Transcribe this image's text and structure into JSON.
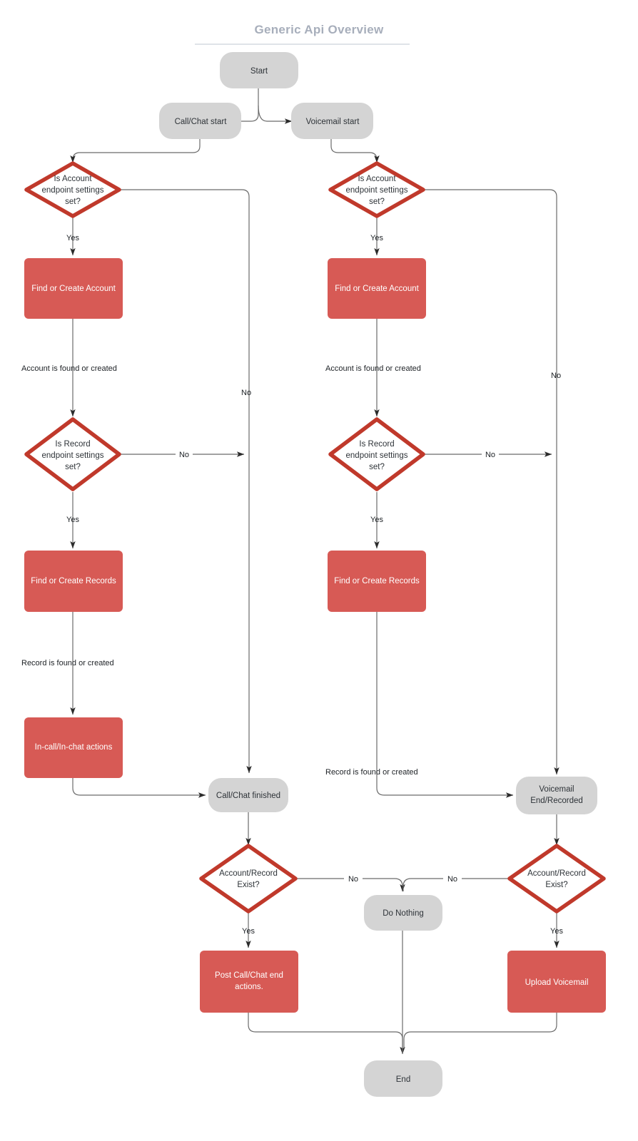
{
  "diagram": {
    "title": "Generic Api Overview",
    "type": "flowchart",
    "accent_red": "#d75a55",
    "decision_stroke": "#c0392b",
    "terminal_gray": "#d4d4d4",
    "edge_color": "#6b6b6b",
    "title_color": "#a7aebb",
    "nodes": [
      {
        "id": "start",
        "label": "Start",
        "shape": "terminal"
      },
      {
        "id": "call_start",
        "label": "Call/Chat start",
        "shape": "terminal"
      },
      {
        "id": "vm_start",
        "label": "Voicemail start",
        "shape": "terminal"
      },
      {
        "id": "acct_dec_l",
        "label": "Is Account endpoint settings set?",
        "shape": "decision"
      },
      {
        "id": "acct_dec_r",
        "label": "Is Account endpoint settings set?",
        "shape": "decision"
      },
      {
        "id": "find_acct_l",
        "label": "Find or Create Account",
        "shape": "process"
      },
      {
        "id": "find_acct_r",
        "label": "Find or Create Account",
        "shape": "process"
      },
      {
        "id": "rec_dec_l",
        "label": "Is Record endpoint settings set?",
        "shape": "decision"
      },
      {
        "id": "rec_dec_r",
        "label": "Is Record endpoint settings set?",
        "shape": "decision"
      },
      {
        "id": "find_rec_l",
        "label": "Find or Create Records",
        "shape": "process"
      },
      {
        "id": "find_rec_r",
        "label": "Find or Create Records",
        "shape": "process"
      },
      {
        "id": "in_call",
        "label": "In-call/In-chat actions",
        "shape": "process"
      },
      {
        "id": "call_fin",
        "label": "Call/Chat finished",
        "shape": "terminal"
      },
      {
        "id": "vm_end",
        "label": "Voicemail End/Recorded",
        "shape": "terminal"
      },
      {
        "id": "exist_dec_l",
        "label": "Account/Record Exist?",
        "shape": "decision"
      },
      {
        "id": "exist_dec_r",
        "label": "Account/Record Exist?",
        "shape": "decision"
      },
      {
        "id": "do_nothing",
        "label": "Do Nothing",
        "shape": "terminal"
      },
      {
        "id": "post_call",
        "label": "Post Call/Chat end actions.",
        "shape": "process"
      },
      {
        "id": "upload_vm",
        "label": "Upload Voicemail",
        "shape": "process"
      },
      {
        "id": "end",
        "label": "End",
        "shape": "terminal"
      }
    ],
    "node_text": {
      "start": "Start",
      "call_start": "Call/Chat start",
      "vm_start": "Voicemail start",
      "acct_dec_line1": "Is Account",
      "acct_dec_line2": "endpoint settings",
      "acct_dec_line3": "set?",
      "rec_dec_line1": "Is Record",
      "rec_dec_line2": "endpoint settings",
      "rec_dec_line3": "set?",
      "find_account": "Find or Create Account",
      "find_records": "Find or Create Records",
      "in_call": "In-call/In-chat actions",
      "call_finished": "Call/Chat finished",
      "vm_end_line1": "Voicemail",
      "vm_end_line2": "End/Recorded",
      "exist_line1": "Account/Record",
      "exist_line2": "Exist?",
      "do_nothing": "Do Nothing",
      "post_call_line1": "Post Call/Chat end",
      "post_call_line2": "actions.",
      "upload_voicemail": "Upload Voicemail",
      "end": "End"
    },
    "edge_labels": {
      "yes": "Yes",
      "no": "No",
      "account_found": "Account is found or created",
      "record_found": "Record is found or created"
    },
    "edges": [
      {
        "from": "start",
        "to": "call_start",
        "label": ""
      },
      {
        "from": "start",
        "to": "vm_start",
        "label": ""
      },
      {
        "from": "call_start",
        "to": "acct_dec_l",
        "label": ""
      },
      {
        "from": "vm_start",
        "to": "acct_dec_r",
        "label": ""
      },
      {
        "from": "acct_dec_l",
        "to": "find_acct_l",
        "label": "Yes"
      },
      {
        "from": "acct_dec_l",
        "to": "call_fin",
        "label": "No"
      },
      {
        "from": "acct_dec_r",
        "to": "find_acct_r",
        "label": "Yes"
      },
      {
        "from": "acct_dec_r",
        "to": "vm_end",
        "label": "No"
      },
      {
        "from": "find_acct_l",
        "to": "rec_dec_l",
        "label": "Account is found or created"
      },
      {
        "from": "find_acct_r",
        "to": "rec_dec_r",
        "label": "Account is found or created"
      },
      {
        "from": "rec_dec_l",
        "to": "call_fin",
        "label": "No"
      },
      {
        "from": "rec_dec_l",
        "to": "find_rec_l",
        "label": "Yes"
      },
      {
        "from": "rec_dec_r",
        "to": "vm_end",
        "label": "No"
      },
      {
        "from": "rec_dec_r",
        "to": "find_rec_r",
        "label": "Yes"
      },
      {
        "from": "find_rec_l",
        "to": "in_call",
        "label": "Record is found or created"
      },
      {
        "from": "find_rec_r",
        "to": "vm_end",
        "label": "Record is found or created"
      },
      {
        "from": "in_call",
        "to": "call_fin",
        "label": ""
      },
      {
        "from": "call_fin",
        "to": "exist_dec_l",
        "label": ""
      },
      {
        "from": "vm_end",
        "to": "exist_dec_r",
        "label": ""
      },
      {
        "from": "exist_dec_l",
        "to": "do_nothing",
        "label": "No"
      },
      {
        "from": "exist_dec_r",
        "to": "do_nothing",
        "label": "No"
      },
      {
        "from": "exist_dec_l",
        "to": "post_call",
        "label": "Yes"
      },
      {
        "from": "exist_dec_r",
        "to": "upload_vm",
        "label": "Yes"
      },
      {
        "from": "post_call",
        "to": "end",
        "label": ""
      },
      {
        "from": "upload_vm",
        "to": "end",
        "label": ""
      },
      {
        "from": "do_nothing",
        "to": "end",
        "label": ""
      }
    ]
  }
}
